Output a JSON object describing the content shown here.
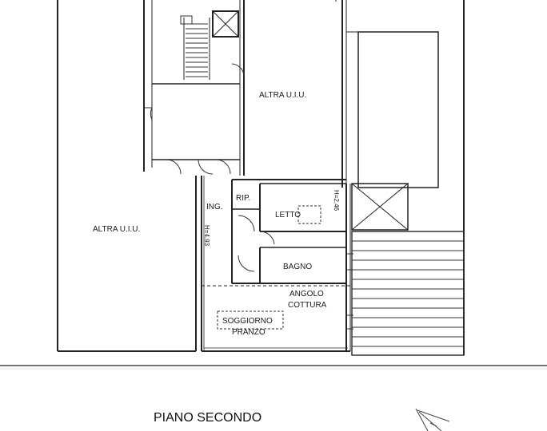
{
  "labels": {
    "altra_uiu_top": "ALTRA U.I.U.",
    "altra_uiu_left": "ALTRA U.I.U.",
    "ing": "ING.",
    "rip": "RIP.",
    "letto": "LETTO",
    "height_right": "H=2.46",
    "height_left": "H=4.93",
    "bagno": "BAGNO",
    "angolo": "ANGOLO",
    "cottura": "COTTURA",
    "soggiorno": "SOGGIORNO",
    "pranzo": "PRANZO"
  },
  "title": "PIANO SECONDO",
  "icons": [
    "north-arrow-icon",
    "staircase-icon",
    "elevator-icon"
  ]
}
